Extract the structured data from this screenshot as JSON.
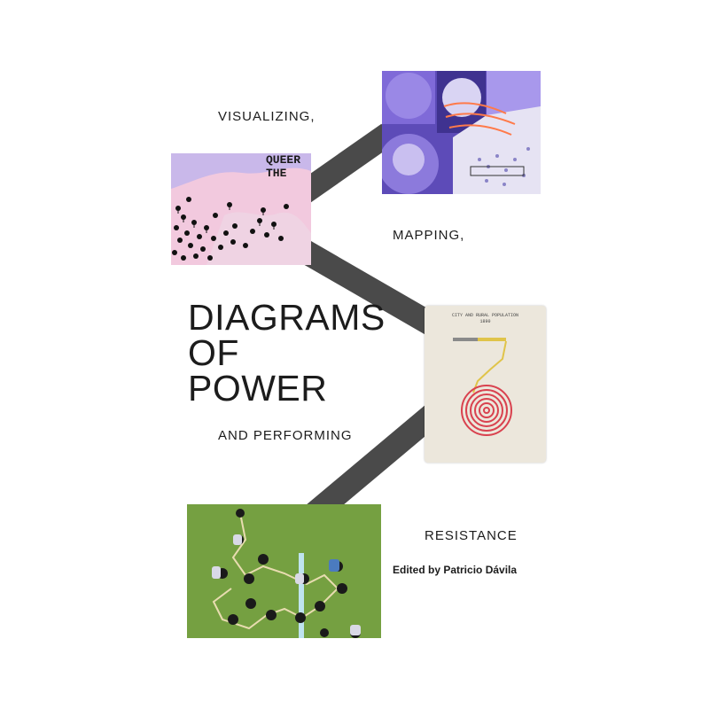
{
  "cover": {
    "word_visualizing": "VISUALIZING,",
    "word_mapping": "MAPPING,",
    "word_performing": "AND PERFORMING",
    "word_resistance": "RESISTANCE",
    "title_lines": [
      "DIAGRAMS",
      "OF",
      "POWER"
    ],
    "editor": "Edited by Patricio Dávila",
    "map_overlay_line1": "QUEER",
    "map_overlay_line2": "THE",
    "document_heading": "CITY AND RURAL POPULATION",
    "document_subheading": "1890"
  },
  "colors": {
    "connector": "#4a4a4a",
    "text": "#1c1c1c",
    "map_pink": "#f2c9de",
    "map_lavender": "#c9b8ea",
    "collage_purple": "#6b57c9",
    "paper": "#ece7dc",
    "spiral_red": "#d9424f",
    "grass": "#6f9a3c"
  }
}
